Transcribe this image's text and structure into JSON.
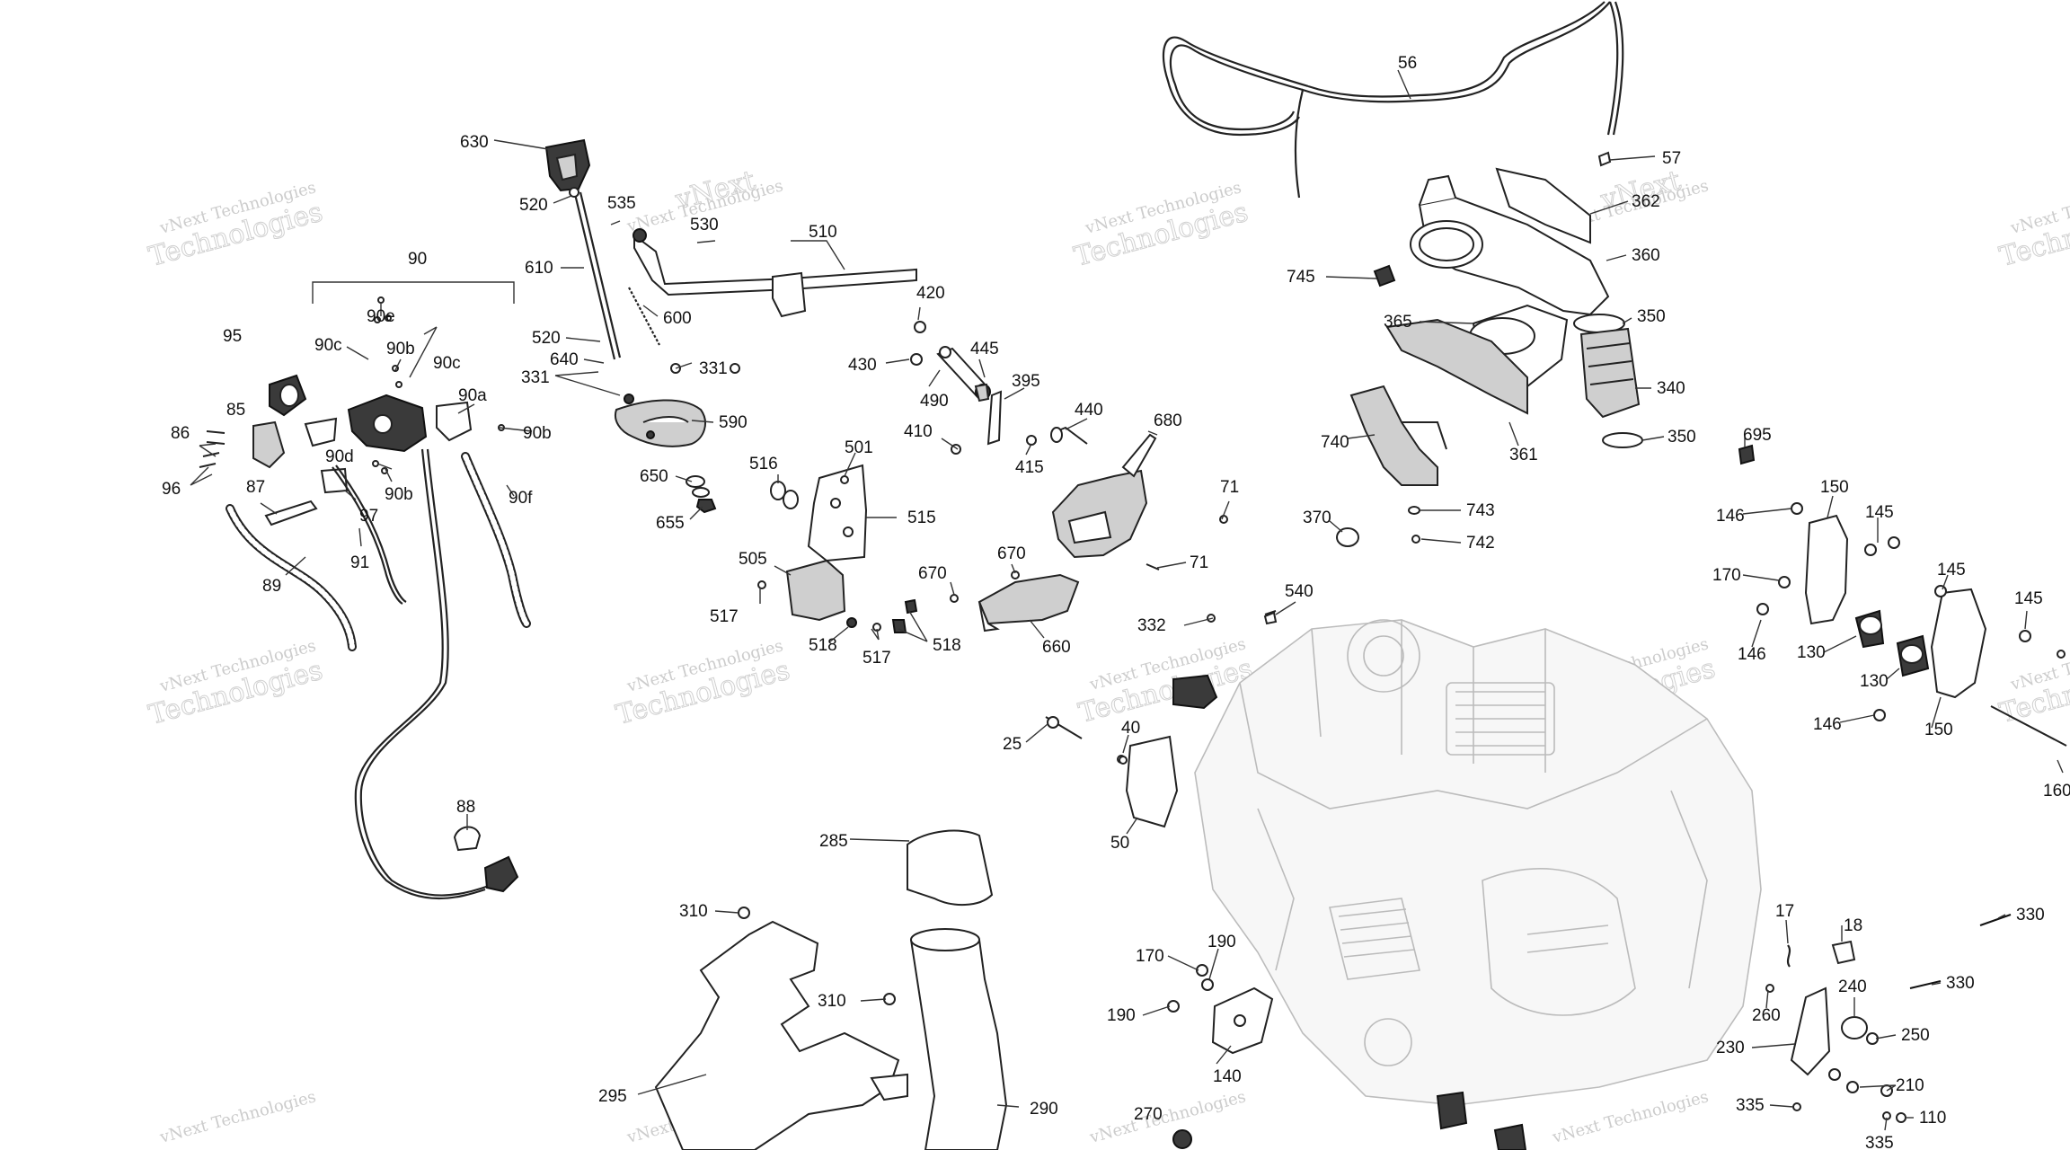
{
  "watermark": {
    "line1": "vNext Technologies",
    "line2": "vNext",
    "line3": "Technologies"
  },
  "callouts": {
    "c630": "630",
    "c520a": "520",
    "c535": "535",
    "c530": "530",
    "c510": "510",
    "c610": "610",
    "c600": "600",
    "c520b": "520",
    "c640": "640",
    "c331a": "331",
    "c331b": "331",
    "c590": "590",
    "c650": "650",
    "c655": "655",
    "c90": "90",
    "c90e": "90e",
    "c90c1": "90c",
    "c90b1": "90b",
    "c90c2": "90c",
    "c95": "95",
    "c90a": "90a",
    "c85": "85",
    "c90b2": "90b",
    "c86": "86",
    "c90d": "90d",
    "c90b3": "90b",
    "c96": "96",
    "c87": "87",
    "c97": "97",
    "c90f": "90f",
    "c91": "91",
    "c89": "89",
    "c88": "88",
    "c420": "420",
    "c430": "430",
    "c445": "445",
    "c490": "490",
    "c395": "395",
    "c440": "440",
    "c410": "410",
    "c415": "415",
    "c680": "680",
    "c501": "501",
    "c516": "516",
    "c515": "515",
    "c505": "505",
    "c670a": "670",
    "c670b": "670",
    "c517a": "517",
    "c518a": "518",
    "c517b": "517",
    "c518b": "518",
    "c660": "660",
    "c71a": "71",
    "c71b": "71",
    "c332": "332",
    "c540": "540",
    "c56": "56",
    "c57": "57",
    "c362": "362",
    "c360": "360",
    "c745": "745",
    "c365": "365",
    "c350a": "350",
    "c340": "340",
    "c350b": "350",
    "c740": "740",
    "c361": "361",
    "c695": "695",
    "c370": "370",
    "c743": "743",
    "c742": "742",
    "c146a": "146",
    "c150a": "150",
    "c145a": "145",
    "c170a": "170",
    "c145b": "145",
    "c145c": "145",
    "c146b": "146",
    "c130a": "130",
    "c130b": "130",
    "c146c": "146",
    "c150b": "150",
    "c160": "160",
    "c25": "25",
    "c40": "40",
    "c50": "50",
    "c285": "285",
    "c310a": "310",
    "c310b": "310",
    "c295": "295",
    "c290": "290",
    "c270": "270",
    "c170b": "170",
    "c190a": "190",
    "c190b": "190",
    "c140": "140",
    "c17": "17",
    "c18": "18",
    "c330a": "330",
    "c330b": "330",
    "c260": "260",
    "c240": "240",
    "c250": "250",
    "c230": "230",
    "c210": "210",
    "c335a": "335",
    "c335b": "335",
    "c110": "110"
  }
}
